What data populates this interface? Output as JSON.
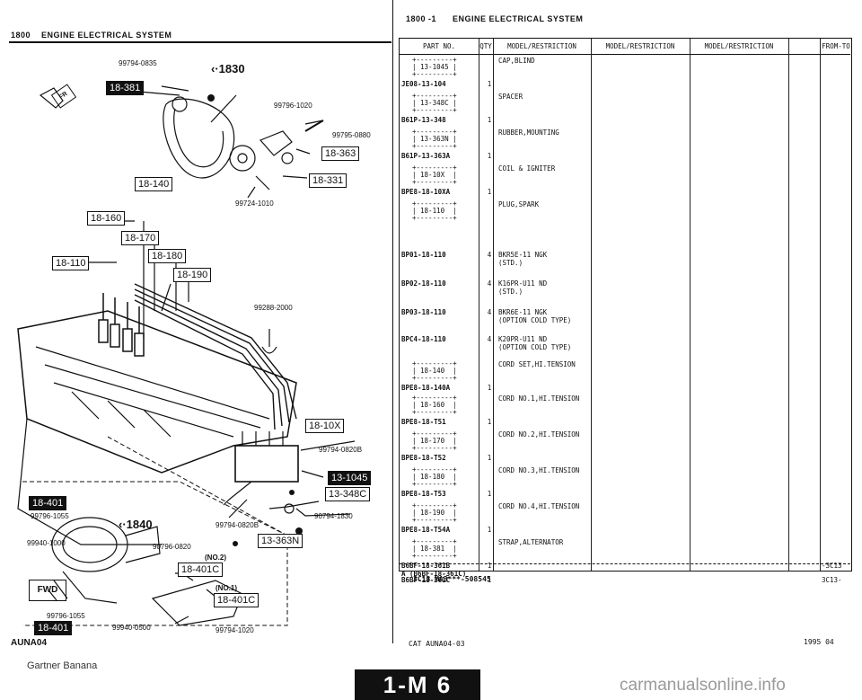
{
  "left_header": {
    "code": "1800",
    "title": "ENGINE ELECTRICAL SYSTEM"
  },
  "right_header": {
    "code": "1800 -1",
    "title": "ENGINE ELECTRICAL SYSTEM"
  },
  "diagram": {
    "refs": [
      "18-381",
      "18-363",
      "18-331",
      "18-140",
      "18-160",
      "18-170",
      "18-180",
      "18-190",
      "18-110",
      "18-10X",
      "13-1045",
      "13-348C",
      "13-363N",
      "18-401",
      "18-401C",
      "18-401C",
      "18-401"
    ],
    "part_numbers": [
      "99794-0835",
      "99796-1020",
      "99795-0880",
      "99724-1010",
      "99288-2000",
      "99794-0820B",
      "99794-0820B",
      "90794-1830",
      "99796-1055",
      "99940-1000",
      "90796-0820",
      "99796-1055",
      "99940-0500",
      "99794-1020"
    ],
    "ref_1830": "1830",
    "ref_1840": "1840",
    "no2": "(NO.2)",
    "no1": "(NO.1)",
    "aun_code": "AUNA04",
    "caption": "Gartner Banana"
  },
  "table": {
    "headers": [
      "PART NO.",
      "QTY",
      "MODEL/RESTRICTION",
      "MODEL/RESTRICTION",
      "MODEL/RESTRICTION",
      "FROM-TO"
    ],
    "rows": [
      {
        "box": "13-1045",
        "code": "JE08-13-104",
        "qty": "1",
        "name": "CAP,BLIND",
        "from": ""
      },
      {
        "box": "13-348C",
        "code": "B61P-13-348",
        "qty": "1",
        "name": "SPACER",
        "from": ""
      },
      {
        "box": "13-363N",
        "code": "B61P-13-363A",
        "qty": "1",
        "name": "RUBBER,MOUNTING",
        "from": ""
      },
      {
        "box": "18-10X",
        "code": "BPE8-18-10XA",
        "qty": "1",
        "name": "COIL & IGNITER",
        "from": ""
      },
      {
        "box": "18-110",
        "code": "",
        "qty": "",
        "name": "PLUG,SPARK",
        "from": ""
      },
      {
        "box": "",
        "code": "BP01-18-110",
        "qty": "4",
        "name": "BKR5E-11 NGK\n(STD.)",
        "from": ""
      },
      {
        "box": "",
        "code": "BP02-18-110",
        "qty": "4",
        "name": "K16PR-U11 ND\n(STD.)",
        "from": ""
      },
      {
        "box": "",
        "code": "BP03-18-110",
        "qty": "4",
        "name": "BKR6E-11 NGK\n(OPTION COLD TYPE)",
        "from": ""
      },
      {
        "box": "",
        "code": "BPC4-18-110",
        "qty": "4",
        "name": "K20PR-U11 ND\n(OPTION COLD TYPE)",
        "from": ""
      },
      {
        "box": "18-140",
        "code": "BPE8-18-140A",
        "qty": "1",
        "name": "CORD SET,HI.TENSION",
        "from": ""
      },
      {
        "box": "18-160",
        "code": "BPE8-18-T51",
        "qty": "1",
        "name": "CORD NO.1,HI.TENSION",
        "from": ""
      },
      {
        "box": "18-170",
        "code": "BPE8-18-T52",
        "qty": "1",
        "name": "CORD NO.2,HI.TENSION",
        "from": ""
      },
      {
        "box": "18-180",
        "code": "BPE8-18-T53",
        "qty": "1",
        "name": "CORD NO.3,HI.TENSION",
        "from": ""
      },
      {
        "box": "18-190",
        "code": "BPE8-18-T54A",
        "qty": "1",
        "name": "CORD NO.4,HI.TENSION",
        "from": ""
      },
      {
        "box": "18-381",
        "code": "B6BF-18-361B\nA (B6BF-18-361C)",
        "qty": "1",
        "name": "STRAP,ALTERNATOR",
        "from": "-3C13"
      },
      {
        "box": "",
        "code": "B6BF-18-361C",
        "qty": "1",
        "name": "",
        "from": "3C13-"
      }
    ],
    "serial": "3C13 MA3***-508545"
  },
  "footer": {
    "cat": "CAT AUNA04-03",
    "date": "1995 04",
    "page": "1-M 6",
    "watermark": "carmanualsonline.info"
  }
}
